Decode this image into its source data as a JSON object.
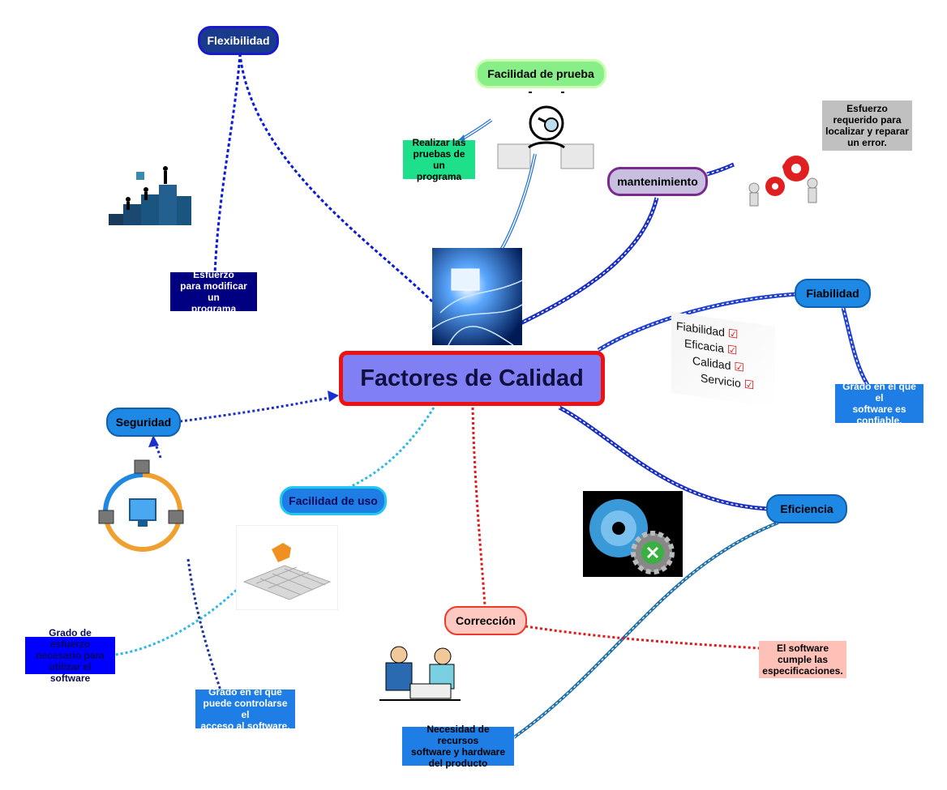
{
  "central": "Factores de Calidad",
  "nodes": {
    "flexibilidad": "Flexibilidad",
    "facilidad_prueba": "Facilidad de prueba",
    "mantenimiento": "mantenimiento",
    "fiabilidad": "Fiabilidad",
    "eficiencia": "Eficiencia",
    "correccion": "Corrección",
    "facilidad_uso": "Facilidad de uso",
    "seguridad": "Seguridad"
  },
  "notes": {
    "flexibilidad": [
      "Esfuerzo",
      "para modificar un",
      "programa"
    ],
    "facilidad_prueba": [
      "Realizar las",
      "pruebas de un",
      "programa"
    ],
    "mantenimiento": [
      "Esfuerzo",
      "requerido para",
      "localizar y reparar",
      "un error."
    ],
    "fiabilidad": [
      "Grado en el que el",
      "software es",
      "confiable."
    ],
    "eficiencia": [
      "Necesidad de recursos",
      "software y hardware",
      "del producto"
    ],
    "correccion": [
      "El software",
      "cumple las",
      "especificaciones."
    ],
    "facilidad_uso": [
      "Grado de esfuerzo",
      "necesario para",
      "utilizar el software"
    ],
    "seguridad": [
      "Grado en el que",
      "puede controlarse el",
      "acceso al software."
    ]
  },
  "checklist": [
    "Fiabilidad",
    "Eficacia",
    "Calidad",
    "Servicio"
  ],
  "colors": {
    "central_fill": "#8080f4",
    "central_border": "#ee1111",
    "node_blue": "#1e88e5",
    "node_navy": "#1a3b8c",
    "node_green": "#88ee88",
    "node_purple": "#c8bfe0",
    "node_pink": "#ffc8c0",
    "note_navy": "#000080",
    "note_green": "#1fe08a",
    "note_gray": "#c0c0c0",
    "note_blue": "#1e7ee6",
    "note_brightblue": "#0000ff",
    "note_salmon": "#ffc0b8"
  }
}
